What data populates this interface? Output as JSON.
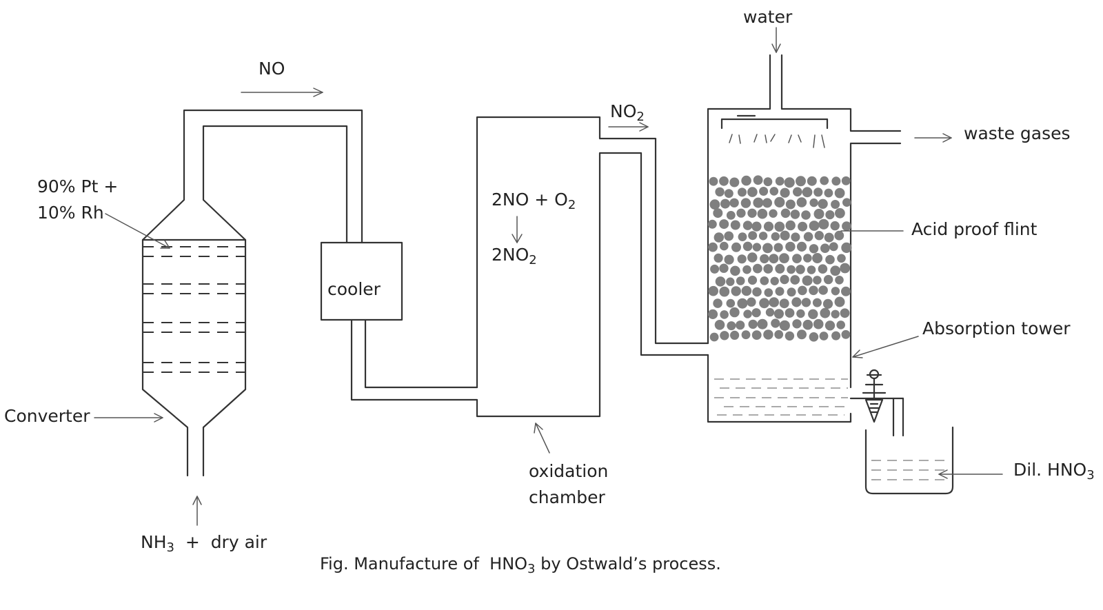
{
  "labels": {
    "no_flow": "NO",
    "no2_flow": {
      "main": "NO",
      "sub": "2"
    },
    "water": "water",
    "waste_gases": "waste gases",
    "catalyst_line1": "90% Pt +",
    "catalyst_line2": "10% Rh",
    "cooler": "cooler",
    "reaction_line1": {
      "main": "2NO + O",
      "sub": "2"
    },
    "reaction_line2": {
      "main": "2NO",
      "sub": "2"
    },
    "acid_proof_flint": "Acid proof flint",
    "absorption_tower": "Absorption tower",
    "converter": "Converter",
    "oxidation_line1": "oxidation",
    "oxidation_line2": "chamber",
    "dil_hno3": {
      "pre": "Dil. HNO",
      "sub": "3"
    },
    "feed": {
      "nh": "NH",
      "sub": "3",
      "rest": "  +  dry air"
    }
  },
  "caption": {
    "pre": "Fig. Manufacture of  HNO",
    "sub": "3",
    "post": " by Ostwald’s process."
  },
  "colors": {
    "line": "#333333",
    "flint": "#7f7f7f",
    "text": "#222222",
    "background": "#ffffff"
  }
}
